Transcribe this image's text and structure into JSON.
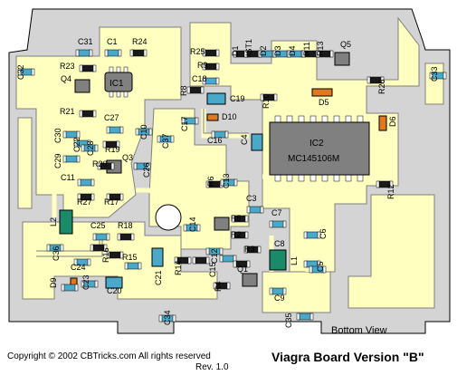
{
  "board": {
    "title": "Viagra Board Version \"B\"",
    "view": "Bottom View",
    "copyright": "Copyright © 2002 CBTricks.com   All rights reserved",
    "revision": "Rev. 1.0",
    "colors": {
      "background": "#ffffff",
      "board": "#d4d4d4",
      "copper": "#ffffc0",
      "trace_edge": "#808080",
      "smd_blue": "#4aa8c8",
      "smd_green": "#1a8a6a",
      "smd_orange": "#e07820",
      "ic_body": "#808080"
    }
  },
  "ics": [
    {
      "id": "ic1",
      "label": "IC1"
    },
    {
      "id": "ic2",
      "label": "IC2",
      "part": "MC145106M"
    }
  ],
  "components": [
    {
      "label": "C31"
    },
    {
      "label": "C1"
    },
    {
      "label": "R24"
    },
    {
      "label": "R23"
    },
    {
      "label": "Q4"
    },
    {
      "label": "R21"
    },
    {
      "label": "C32"
    },
    {
      "label": "R25"
    },
    {
      "label": "R9"
    },
    {
      "label": "C18"
    },
    {
      "label": "R8"
    },
    {
      "label": "C19"
    },
    {
      "label": "D10"
    },
    {
      "label": "C17"
    },
    {
      "label": "C16"
    },
    {
      "label": "D1"
    },
    {
      "label": "IST1"
    },
    {
      "label": "D2"
    },
    {
      "label": "D3"
    },
    {
      "label": "D4"
    },
    {
      "label": "R11"
    },
    {
      "label": "R13"
    },
    {
      "label": "Q5"
    },
    {
      "label": "R10"
    },
    {
      "label": "D5"
    },
    {
      "label": "R26"
    },
    {
      "label": "C33"
    },
    {
      "label": "D6"
    },
    {
      "label": "C27"
    },
    {
      "label": "C30"
    },
    {
      "label": "C22"
    },
    {
      "label": "C28"
    },
    {
      "label": "R19"
    },
    {
      "label": "C10"
    },
    {
      "label": "C37"
    },
    {
      "label": "C4"
    },
    {
      "label": "C29"
    },
    {
      "label": "R20"
    },
    {
      "label": "Q3"
    },
    {
      "label": "C26"
    },
    {
      "label": "C11"
    },
    {
      "label": "R17"
    },
    {
      "label": "R27"
    },
    {
      "label": "R6"
    },
    {
      "label": "C13"
    },
    {
      "label": "R12"
    },
    {
      "label": "C3"
    },
    {
      "label": "C7"
    },
    {
      "label": "L2"
    },
    {
      "label": "C25"
    },
    {
      "label": "R18"
    },
    {
      "label": "C14"
    },
    {
      "label": "R5"
    },
    {
      "label": "R2"
    },
    {
      "label": "C6"
    },
    {
      "label": "C8"
    },
    {
      "label": "C36"
    },
    {
      "label": "R16"
    },
    {
      "label": "R15"
    },
    {
      "label": "C24"
    },
    {
      "label": "C21"
    },
    {
      "label": "R14"
    },
    {
      "label": "C15"
    },
    {
      "label": "C12"
    },
    {
      "label": "R3"
    },
    {
      "label": "L1"
    },
    {
      "label": "C5"
    },
    {
      "label": "D9"
    },
    {
      "label": "C23"
    },
    {
      "label": "C20"
    },
    {
      "label": "R4"
    },
    {
      "label": "Q1"
    },
    {
      "label": "C9"
    },
    {
      "label": "C34"
    },
    {
      "label": "C35"
    }
  ]
}
